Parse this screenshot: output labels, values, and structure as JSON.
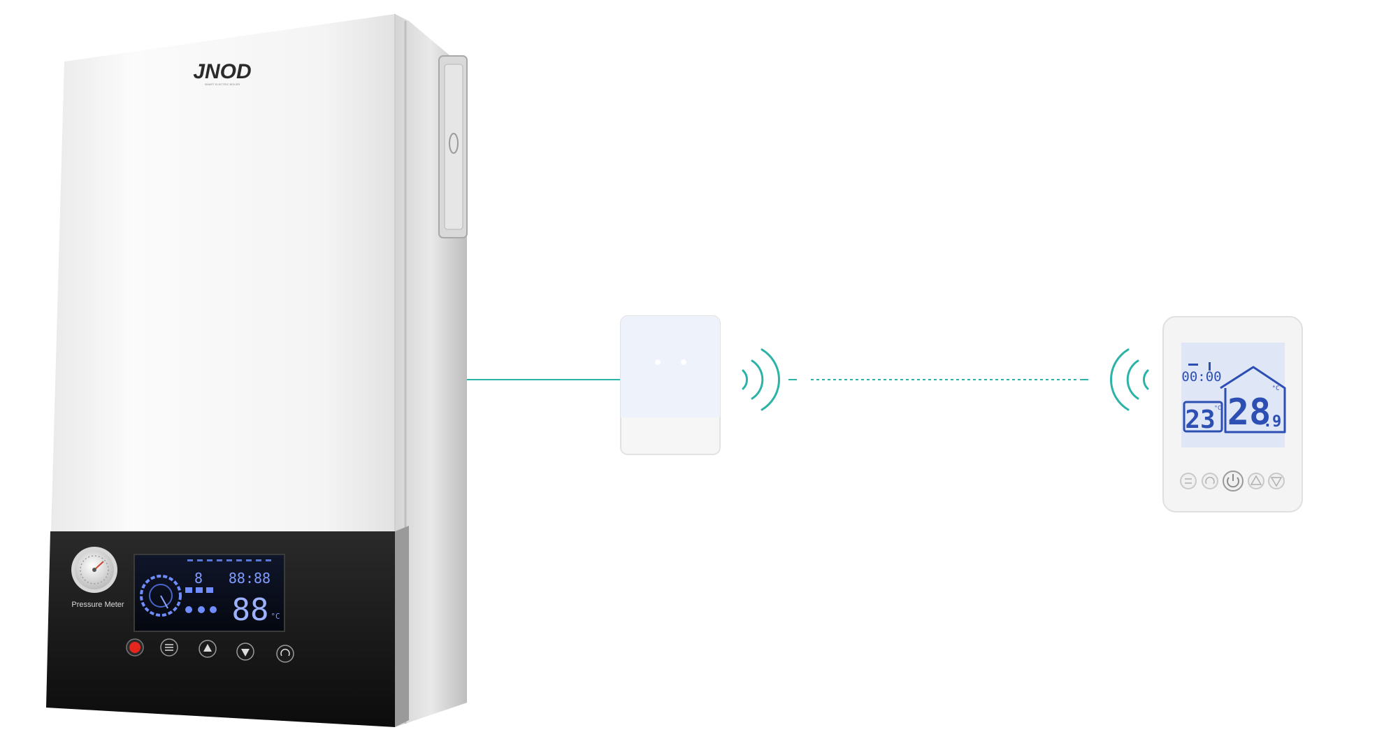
{
  "boiler": {
    "brand": "JNOD",
    "brand_tagline": "SMART ELECTRIC BOILER",
    "gauge_label": "Pressure Meter",
    "display": {
      "left_value": "8",
      "top_value": "88:88",
      "main_value": "88",
      "unit": "°C"
    },
    "buttons": [
      "power",
      "menu",
      "up",
      "down",
      "mode"
    ]
  },
  "receiver": {
    "signal": "wireless-signal"
  },
  "thermostat": {
    "clock": "00:00",
    "room_temp": "23",
    "room_unit": "°C",
    "set_temp": "28",
    "set_temp_decimal": ".9",
    "set_unit": "°C",
    "buttons": [
      "menu",
      "mode",
      "power",
      "up",
      "down"
    ]
  },
  "colors": {
    "link_line": "#2bb3a8",
    "boiler_panel": "#121212",
    "lcd_glow": "#6f8dff",
    "thermostat_lcd": "#2d4fb3"
  }
}
